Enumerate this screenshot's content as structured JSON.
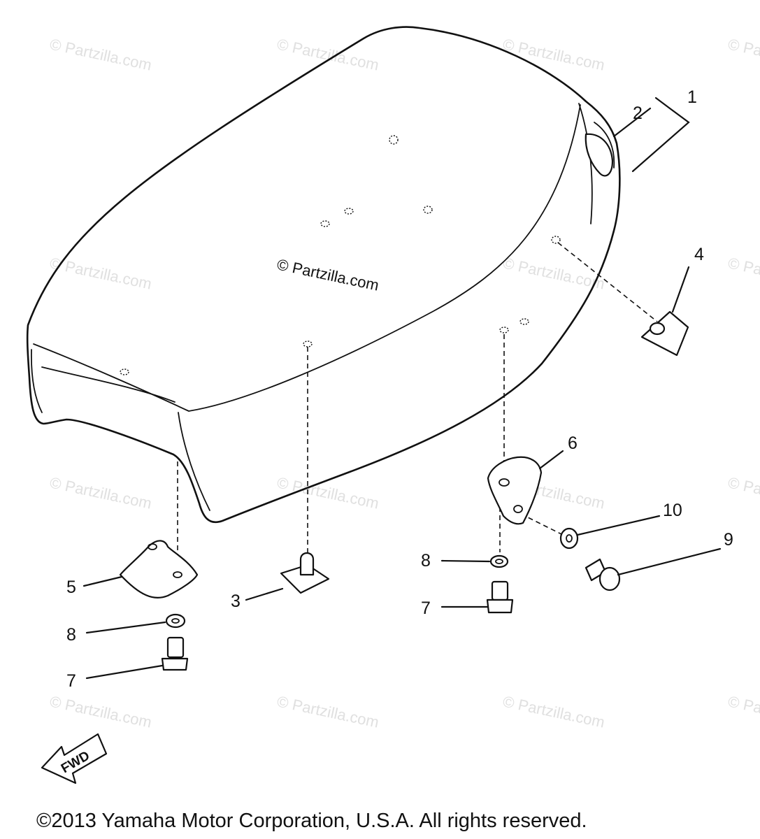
{
  "watermark": {
    "text": "© Partzilla.com",
    "center_text": "© Partzilla.com"
  },
  "callouts": {
    "c1": "1",
    "c2": "2",
    "c3": "3",
    "c4": "4",
    "c5": "5",
    "c6": "6",
    "c7a": "7",
    "c7b": "7",
    "c8a": "8",
    "c8b": "8",
    "c9": "9",
    "c10": "10"
  },
  "fwd_label": "FWD",
  "copyright": "©2013  Yamaha Motor Corporation, U.S.A. All rights reserved."
}
